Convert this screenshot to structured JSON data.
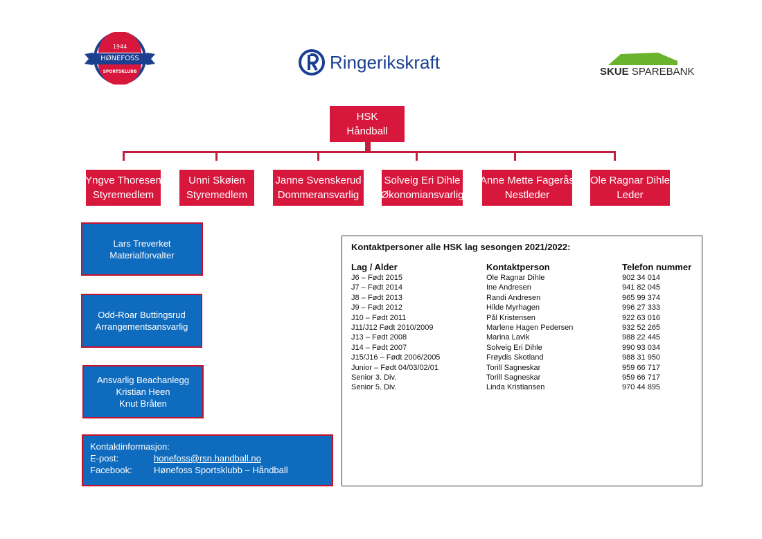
{
  "logos": {
    "left": {
      "year": "1944",
      "name": "HØNEFOSS",
      "sub": "SPORTSKLUBB"
    },
    "center": {
      "name": "Ringerikskraft"
    },
    "right": {
      "name_bold": "SKUE",
      "name_light": "SPAREBANK"
    }
  },
  "root": {
    "line1": "HSK",
    "line2": "Håndball"
  },
  "board": [
    {
      "name": "Yngve Thoresen",
      "role": "Styremedlem"
    },
    {
      "name": "Unni Skøien",
      "role": "Styremedlem"
    },
    {
      "name": "Janne Svenskerud",
      "role": "Dommeransvarlig"
    },
    {
      "name": "Solveig Eri Dihle",
      "role": "Økonomiansvarlig"
    },
    {
      "name": "Anne Mette Fagerås",
      "role": "Nestleder"
    },
    {
      "name": "Ole Ragnar Dihle",
      "role": "Leder"
    }
  ],
  "roles": [
    {
      "lines": [
        "Lars Treverket",
        "Materialforvalter"
      ]
    },
    {
      "lines": [
        "Odd-Roar Buttingsrud",
        "Arrangementsansvarlig"
      ]
    },
    {
      "lines": [
        "Ansvarlig Beachanlegg",
        "Kristian Heen",
        "Knut Bråten"
      ]
    }
  ],
  "contact": {
    "title": "Kontaktinformasjon:",
    "email_label": "E-post:",
    "email": "honefoss@rsn.handball.no",
    "facebook_label": "Facebook:",
    "facebook": "Hønefoss Sportsklubb – Håndball"
  },
  "table": {
    "title": "Kontaktpersoner alle HSK lag sesongen 2021/2022:",
    "headers": [
      "Lag / Alder",
      "Kontaktperson",
      "Telefon nummer"
    ],
    "rows": [
      [
        "J6 – Født 2015",
        "Ole Ragnar Dihle",
        "902 34 014"
      ],
      [
        "J7 – Født 2014",
        "Ine Andresen",
        "941 82 045"
      ],
      [
        "J8 – Født 2013",
        "Randi Andresen",
        "965 99 374"
      ],
      [
        "J9 – Født 2012",
        "Hilde Myrhagen",
        "996 27 333"
      ],
      [
        "J10 – Født 2011",
        "Pål Kristensen",
        "922 63 016"
      ],
      [
        "J11/J12 Født 2010/2009",
        "Marlene Hagen Pedersen",
        "932 52 265"
      ],
      [
        "J13 – Født 2008",
        "Marina Lavik",
        "988 22 445"
      ],
      [
        "J14 – Født 2007",
        "Solveig Eri Dihle",
        "990 93 034"
      ],
      [
        "J15/J16 – Født 2006/2005",
        "Frøydis Skotland",
        "988 31 950"
      ],
      [
        "Junior – Født 04/03/02/01",
        "Torill Sagneskar",
        "959 66 717"
      ],
      [
        "Senior 3. Div.",
        "Torill Sagneskar",
        "959 66 717"
      ],
      [
        "Senior 5. Div.",
        "Linda Kristiansen",
        "970 44 895"
      ]
    ]
  },
  "colors": {
    "red": "#d8173c",
    "blue": "#0f6bbd",
    "connector": "#c11f3b"
  }
}
